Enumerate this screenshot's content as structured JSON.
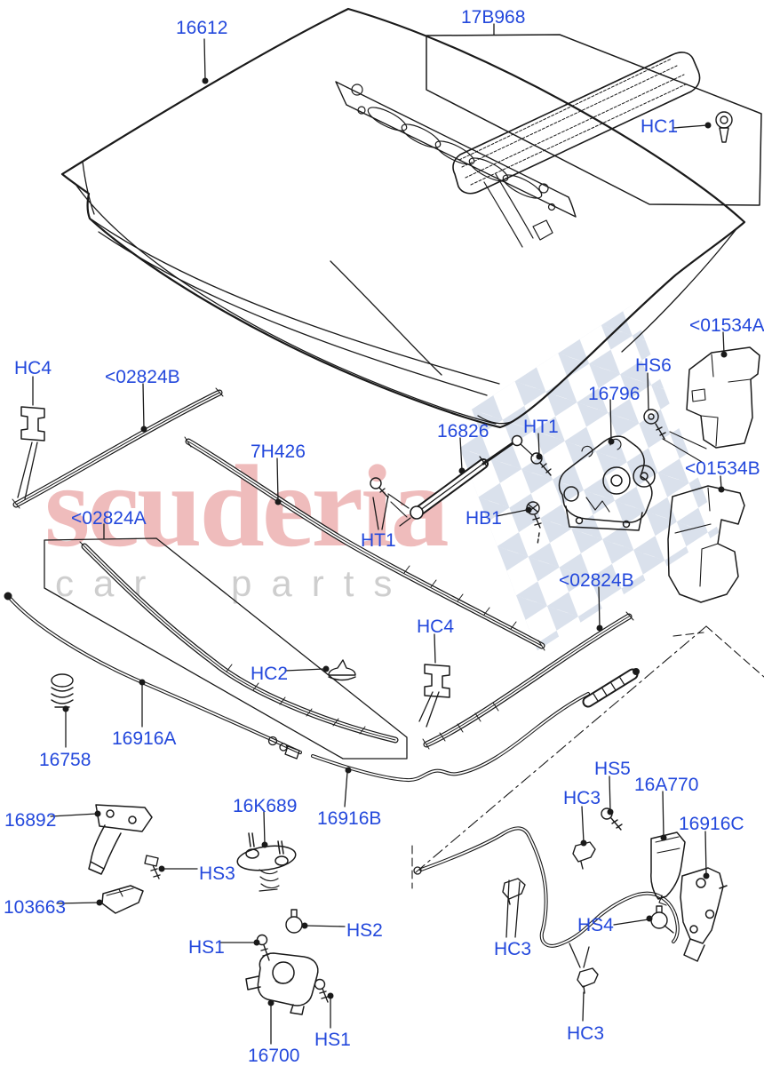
{
  "watermark": {
    "brand": "scuderia",
    "sub": "car parts",
    "brand_color": "#ce2e2e",
    "checker_color": "#a9b9d2"
  },
  "diagram": {
    "label_color": "#2348dc",
    "line_color": "#1a1a1a"
  },
  "labels": [
    {
      "text": "16612"
    },
    {
      "text": "17B968"
    },
    {
      "text": "HC1"
    },
    {
      "text": "HC4"
    },
    {
      "text": "<02824B"
    },
    {
      "text": "7H426"
    },
    {
      "text": "16826"
    },
    {
      "text": "HT1"
    },
    {
      "text": "16796"
    },
    {
      "text": "HS6"
    },
    {
      "text": "<01534A"
    },
    {
      "text": "<01534B"
    },
    {
      "text": "HT1"
    },
    {
      "text": "HB1"
    },
    {
      "text": "<02824A"
    },
    {
      "text": "<02824B"
    },
    {
      "text": "HC4"
    },
    {
      "text": "HC2"
    },
    {
      "text": "16916A"
    },
    {
      "text": "16758"
    },
    {
      "text": "16892"
    },
    {
      "text": "16K689"
    },
    {
      "text": "16916B"
    },
    {
      "text": "HS3"
    },
    {
      "text": "103663"
    },
    {
      "text": "HS2"
    },
    {
      "text": "HS1"
    },
    {
      "text": "16700"
    },
    {
      "text": "HS1"
    },
    {
      "text": "HS5"
    },
    {
      "text": "16A770"
    },
    {
      "text": "HC3"
    },
    {
      "text": "16916C"
    },
    {
      "text": "HS4"
    },
    {
      "text": "HC3"
    },
    {
      "text": "HC3"
    }
  ]
}
